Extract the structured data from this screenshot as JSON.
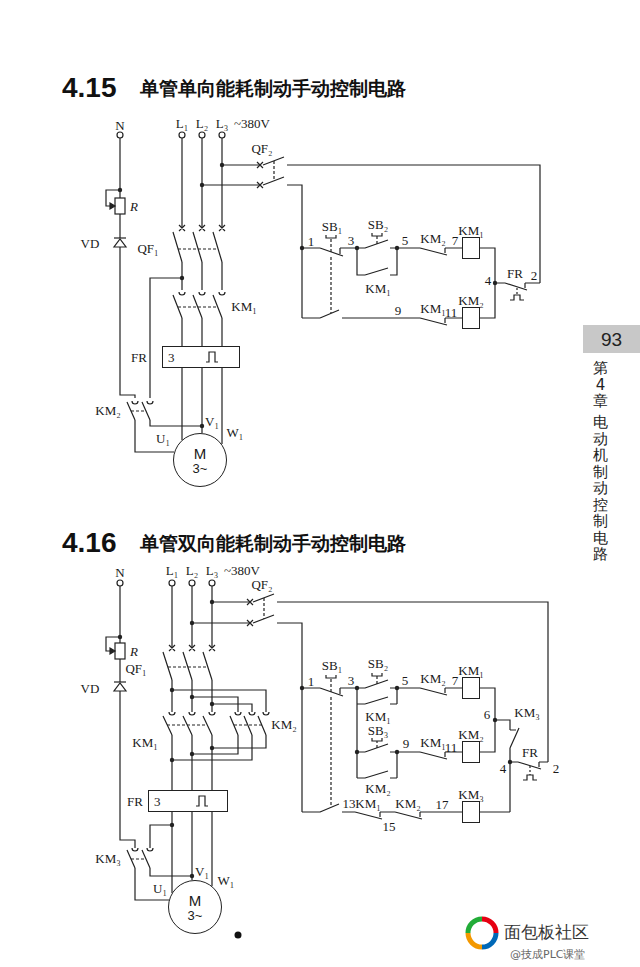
{
  "diagram": {
    "nodes": [
      {
        "text": [
          "KM₁"
        ]
      },
      {
        "text": [
          "KM₂"
        ]
      },
      {
        "text": [
          "FR",
          "3"
        ]
      },
      {
        "text": [
          "M",
          "3~"
        ]
      },
      {
        "text": [
          "93"
        ]
      },
      {
        "text": [
          "KM₁"
        ]
      },
      {
        "text": [
          "KM₂"
        ]
      },
      {
        "text": [
          "KM₃"
        ]
      },
      {
        "text": [
          "FR",
          "3"
        ]
      },
      {
        "text": [
          "M",
          "3~"
        ]
      }
    ],
    "edges": [
      {
        "from": 0,
        "to": 1,
        "arrow": "none"
      },
      {
        "from": 5,
        "to": 6,
        "arrow": "none"
      }
    ],
    "labels": [
      "4.15",
      "单管单向能耗制动手动控制电路",
      "N",
      "L₁",
      "L₂",
      "L₃",
      "~380V",
      "QF₂",
      "R",
      "VD",
      "QF₁",
      "KM₁",
      "KM₂",
      "U₁",
      "V₁",
      "W₁",
      "SB₁",
      "1",
      "3",
      "SB₂",
      "5",
      "KM₂",
      "7",
      "KM₁",
      "4",
      "FR",
      "2",
      "9",
      "KM₁",
      "11",
      "4.16",
      "单管双向能耗制动手动控制电路",
      "N",
      "L₁",
      "L₂",
      "L₃",
      "~380V",
      "QF₂",
      "R",
      "VD",
      "QF₁",
      "KM₂",
      "KM₁",
      "KM₃",
      "U₁",
      "V₁",
      "W₁",
      "1",
      "SB₁",
      "3",
      "SB₂",
      "5",
      "KM₂",
      "7",
      "KM₁",
      "SB₃",
      "9",
      "KM₁",
      "11",
      "KM₂",
      "6",
      "KM₃",
      "4",
      "FR",
      "2",
      "13",
      "KM₁",
      "15",
      "KM₂",
      "17",
      "第4章",
      "电动机制动控制电路",
      "面包板社区",
      "@技成PLC课堂"
    ]
  }
}
